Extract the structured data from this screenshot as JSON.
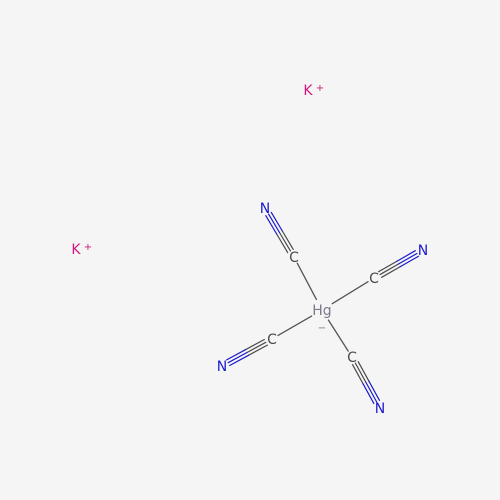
{
  "colors": {
    "background": "#f5f5f5",
    "carbon": "#4a4a4a",
    "nitrogen": "#1a1acc",
    "mercury": "#7a7a8a",
    "potassium": "#cc1a80",
    "bond": "#555555"
  },
  "counterions": [
    {
      "element": "K",
      "charge": "+"
    },
    {
      "element": "K",
      "charge": "+"
    }
  ],
  "center": {
    "element": "Hg",
    "charge": "−"
  },
  "cyanides": [
    {
      "carbon": "C",
      "nitrogen": "N"
    },
    {
      "carbon": "C",
      "nitrogen": "N"
    },
    {
      "carbon": "C",
      "nitrogen": "N"
    },
    {
      "carbon": "C",
      "nitrogen": "N"
    }
  ]
}
